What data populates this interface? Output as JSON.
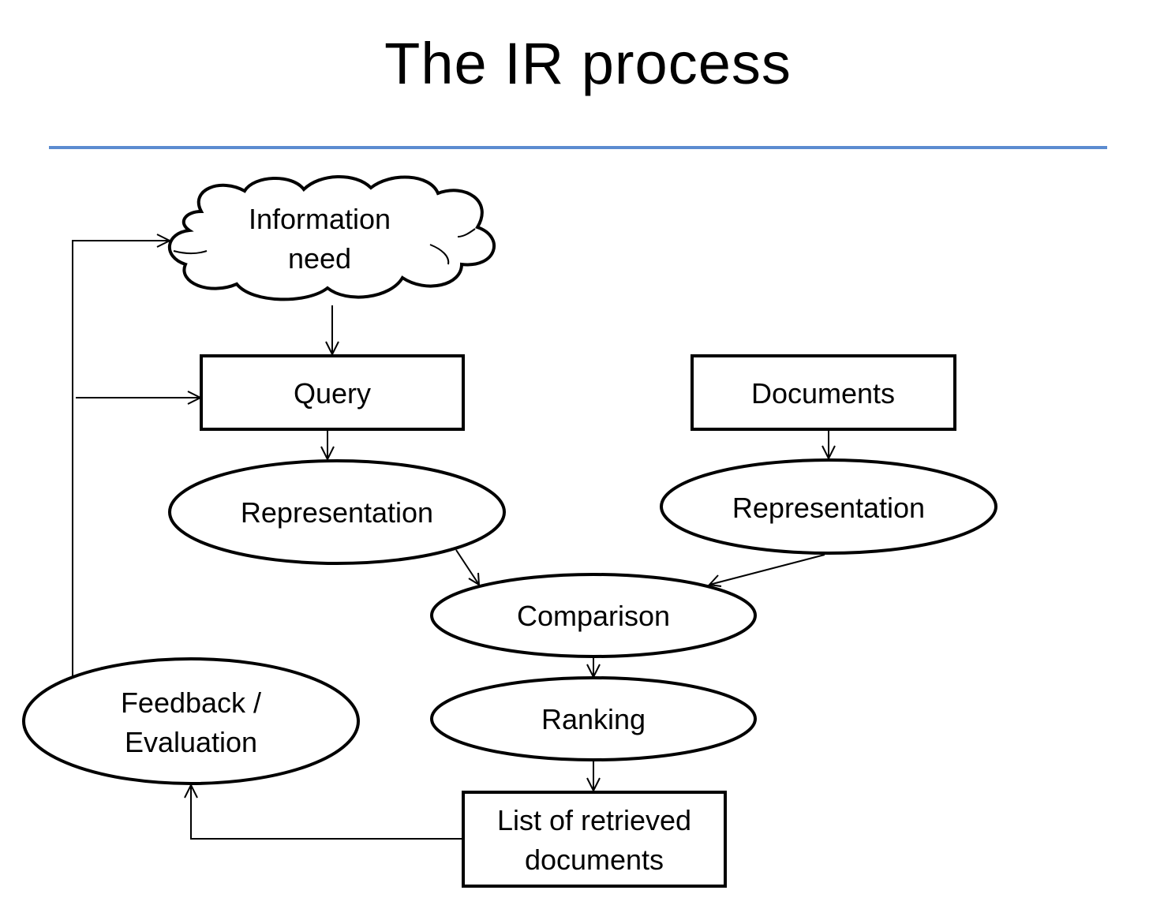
{
  "slide": {
    "title": "The IR process",
    "rule_color": "#5b8bd0"
  },
  "nodes": {
    "information_need": {
      "line1": "Information",
      "line2": "need"
    },
    "query": {
      "label": "Query"
    },
    "documents": {
      "label": "Documents"
    },
    "query_representation": {
      "label": "Representation"
    },
    "documents_representation": {
      "label": "Representation"
    },
    "comparison": {
      "label": "Comparison"
    },
    "ranking": {
      "label": "Ranking"
    },
    "feedback": {
      "line1": "Feedback /",
      "line2": "Evaluation"
    },
    "retrieved_list": {
      "line1": "List of retrieved",
      "line2": "documents"
    }
  }
}
